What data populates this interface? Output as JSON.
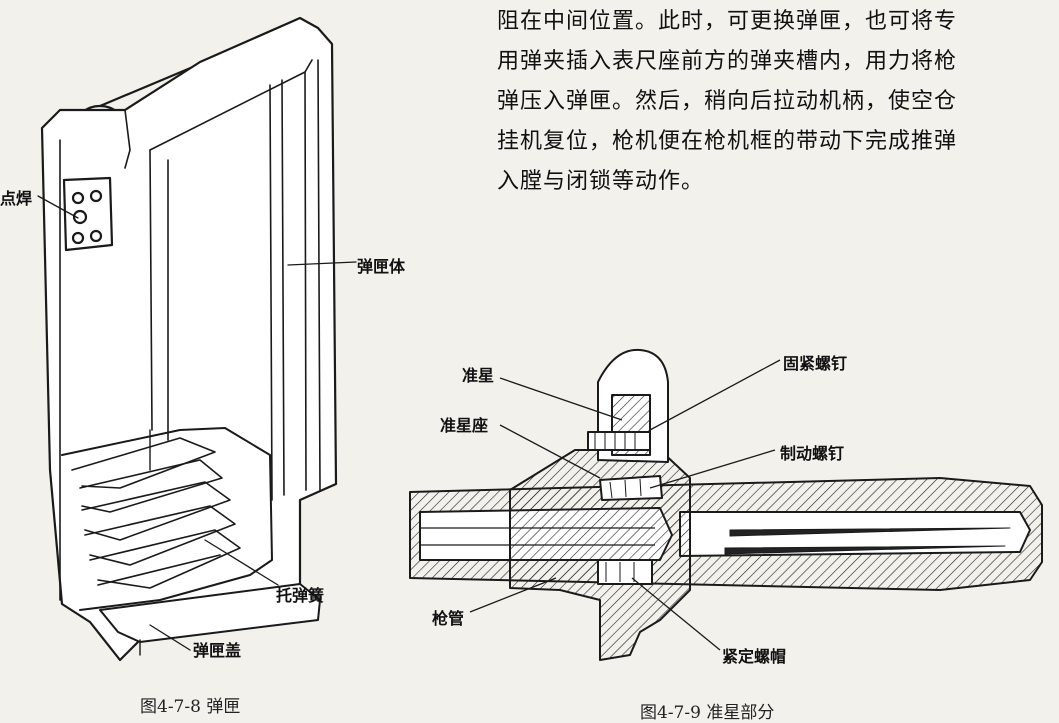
{
  "paragraph": {
    "lines": [
      "阻在中间位置。此时，可更换弹匣，也可将专",
      "用弹夹插入表尺座前方的弹夹槽内，用力将枪",
      "弹压入弹匣。然后，稍向后拉动机柄，使空仓",
      "挂机复位，枪机便在枪机框的带动下完成推弹",
      "入膛与闭锁等动作。"
    ]
  },
  "figure_magazine": {
    "labels": {
      "spot_weld": "点焊",
      "magazine_body": "弹匣体",
      "follower_spring": "托弹簧",
      "magazine_cover": "弹匣盖"
    },
    "caption": "图4-7-8   弹匣"
  },
  "figure_front_sight": {
    "labels": {
      "front_sight": "准星",
      "fixing_screw": "固紧螺钉",
      "front_sight_base": "准星座",
      "stop_screw": "制动螺钉",
      "barrel": "枪管",
      "locking_nut": "紧定螺帽"
    },
    "caption": "图4-7-9   准星部分"
  }
}
